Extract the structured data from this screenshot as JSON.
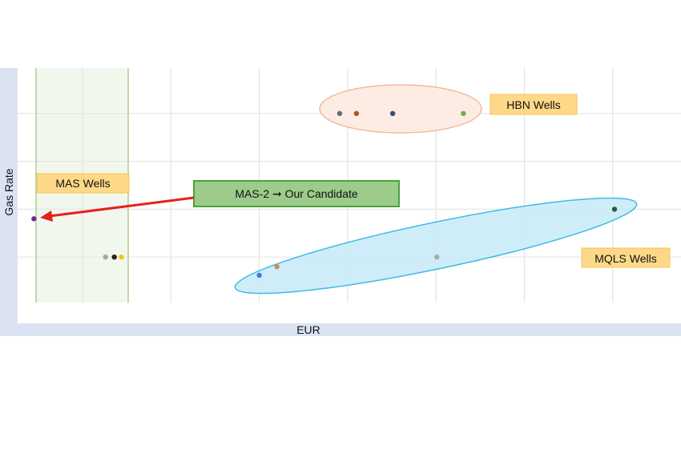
{
  "chart_data": {
    "type": "scatter",
    "title": "",
    "xlabel": "EUR",
    "ylabel": "Gas Rate",
    "xlim": [
      0.4,
      7.8
    ],
    "ylim": [
      0,
      4.9
    ],
    "grid": true,
    "groups": [
      {
        "name": "MAS Wells",
        "points": [
          {
            "x": 0.45,
            "y": 1.8,
            "color": "#6a2c91"
          },
          {
            "x": 1.26,
            "y": 1.0,
            "color": "#a8a8a8"
          },
          {
            "x": 1.36,
            "y": 1.0,
            "color": "#222222"
          },
          {
            "x": 1.44,
            "y": 1.0,
            "color": "#f2c21b"
          }
        ]
      },
      {
        "name": "HBN Wells",
        "points": [
          {
            "x": 3.91,
            "y": 4.0,
            "color": "#6b6b6b"
          },
          {
            "x": 4.1,
            "y": 4.0,
            "color": "#b5541c"
          },
          {
            "x": 4.51,
            "y": 4.0,
            "color": "#3b4a7a"
          },
          {
            "x": 5.31,
            "y": 4.0,
            "color": "#72b04a"
          }
        ]
      },
      {
        "name": "MQLS Wells",
        "points": [
          {
            "x": 3.0,
            "y": 0.62,
            "color": "#3f7fd0"
          },
          {
            "x": 3.2,
            "y": 0.8,
            "color": "#d8875a"
          },
          {
            "x": 5.01,
            "y": 1.0,
            "color": "#a3adb5"
          },
          {
            "x": 7.02,
            "y": 2.0,
            "color": "#245c3c"
          }
        ]
      }
    ],
    "annotations": {
      "mas_label": "MAS Wells",
      "hbn_label": "HBN Wells",
      "mqls_label": "MQLS Wells",
      "candidate_label": "MAS-2 ➞ Our Candidate"
    },
    "colors": {
      "axis_band": "#dbe3f3",
      "mas_band": "#f2f7ee",
      "mas_band_edge": "#a9d18e",
      "label_fill": "#fdd889",
      "label_edge": "#f6c446",
      "candidate_fill": "#9ccb8a",
      "candidate_edge": "#4aa33c",
      "hbn_fill": "#fcebe0",
      "hbn_edge": "#f0b48f",
      "mqls_fill": "#c9ecf9",
      "mqls_edge": "#2bb3e3",
      "arrow": "#e8201c"
    }
  }
}
